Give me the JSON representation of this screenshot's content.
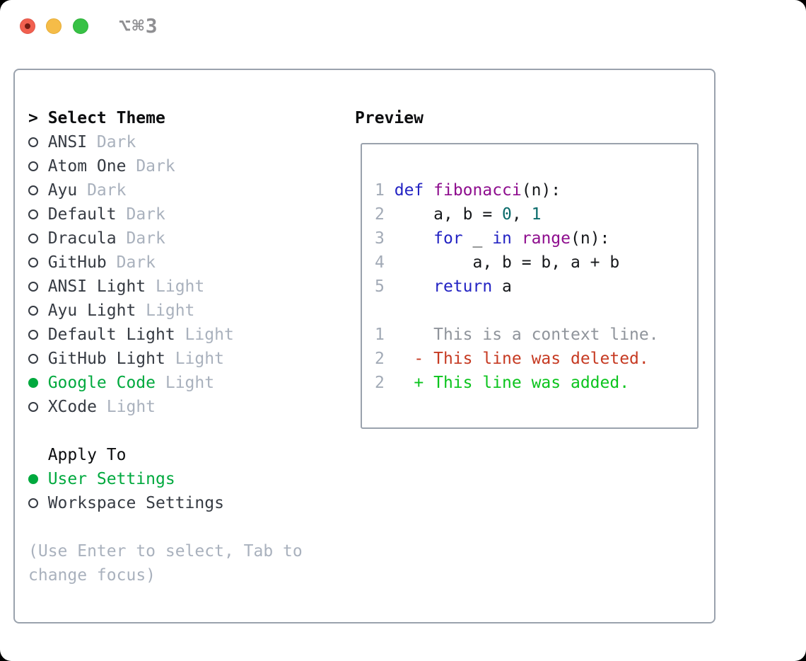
{
  "titlebar": {
    "title": "⌥⌘3"
  },
  "theme_list": {
    "prompt": ">",
    "header": "Select Theme",
    "items": [
      {
        "name": "ANSI",
        "tag": "Dark",
        "selected": false
      },
      {
        "name": "Atom One",
        "tag": "Dark",
        "selected": false
      },
      {
        "name": "Ayu",
        "tag": "Dark",
        "selected": false
      },
      {
        "name": "Default",
        "tag": "Dark",
        "selected": false
      },
      {
        "name": "Dracula",
        "tag": "Dark",
        "selected": false
      },
      {
        "name": "GitHub",
        "tag": "Dark",
        "selected": false
      },
      {
        "name": "ANSI Light",
        "tag": "Light",
        "selected": false
      },
      {
        "name": "Ayu Light",
        "tag": "Light",
        "selected": false
      },
      {
        "name": "Default Light",
        "tag": "Light",
        "selected": false
      },
      {
        "name": "GitHub Light",
        "tag": "Light",
        "selected": false
      },
      {
        "name": "Google Code",
        "tag": "Light",
        "selected": true
      },
      {
        "name": "XCode",
        "tag": "Light",
        "selected": false
      }
    ]
  },
  "apply_to": {
    "header": "Apply To",
    "items": [
      {
        "label": "User Settings",
        "selected": true
      },
      {
        "label": "Workspace Settings",
        "selected": false
      }
    ]
  },
  "help": {
    "line1": "(Use Enter to select, Tab to",
    "line2": "change focus)"
  },
  "preview": {
    "header": "Preview",
    "code_lines": [
      {
        "num": "1",
        "tokens": [
          [
            "def",
            "kwd"
          ],
          [
            " ",
            "pln"
          ],
          [
            "fibonacci",
            "typ"
          ],
          [
            "(n):",
            "pln"
          ]
        ]
      },
      {
        "num": "2",
        "tokens": [
          [
            "    a, b = ",
            "pln"
          ],
          [
            "0",
            "lit"
          ],
          [
            ", ",
            "pln"
          ],
          [
            "1",
            "lit"
          ]
        ]
      },
      {
        "num": "3",
        "tokens": [
          [
            "    ",
            "pln"
          ],
          [
            "for",
            "kwd"
          ],
          [
            " _ ",
            "pln"
          ],
          [
            "in",
            "kwd"
          ],
          [
            " ",
            "pln"
          ],
          [
            "range",
            "typ"
          ],
          [
            "(n):",
            "pln"
          ]
        ]
      },
      {
        "num": "4",
        "tokens": [
          [
            "        a, b = b, a + b",
            "pln"
          ]
        ]
      },
      {
        "num": "5",
        "tokens": [
          [
            "    ",
            "pln"
          ],
          [
            "return",
            "kwd"
          ],
          [
            " a",
            "pln"
          ]
        ]
      }
    ],
    "diff_lines": [
      {
        "num": "1",
        "text": "    This is a context line.",
        "kind": "ctx"
      },
      {
        "num": "2",
        "text": "  - This line was deleted.",
        "kind": "del"
      },
      {
        "num": "2",
        "text": "  + This line was added.",
        "kind": "add"
      }
    ]
  },
  "colors": {
    "accent_green": "#00a93e",
    "diff_add": "#0bc41d",
    "diff_del": "#c63a22",
    "ctx_gray": "#8f949b",
    "lineno_gray": "#a2aab6",
    "kwd": "#2323c3",
    "typ": "#8e0d8e",
    "lit": "#0a6b6b",
    "pln": "#16181b",
    "muted": "#a9b1bd",
    "item_text": "#363b43",
    "header_text": "#0c0d0f",
    "border": "#9aa2ad",
    "title_gray": "#8f8f92",
    "tl_red": "#f1604f",
    "tl_red_inner": "#741c13",
    "tl_yellow": "#f5bc48",
    "tl_green": "#37c145"
  }
}
